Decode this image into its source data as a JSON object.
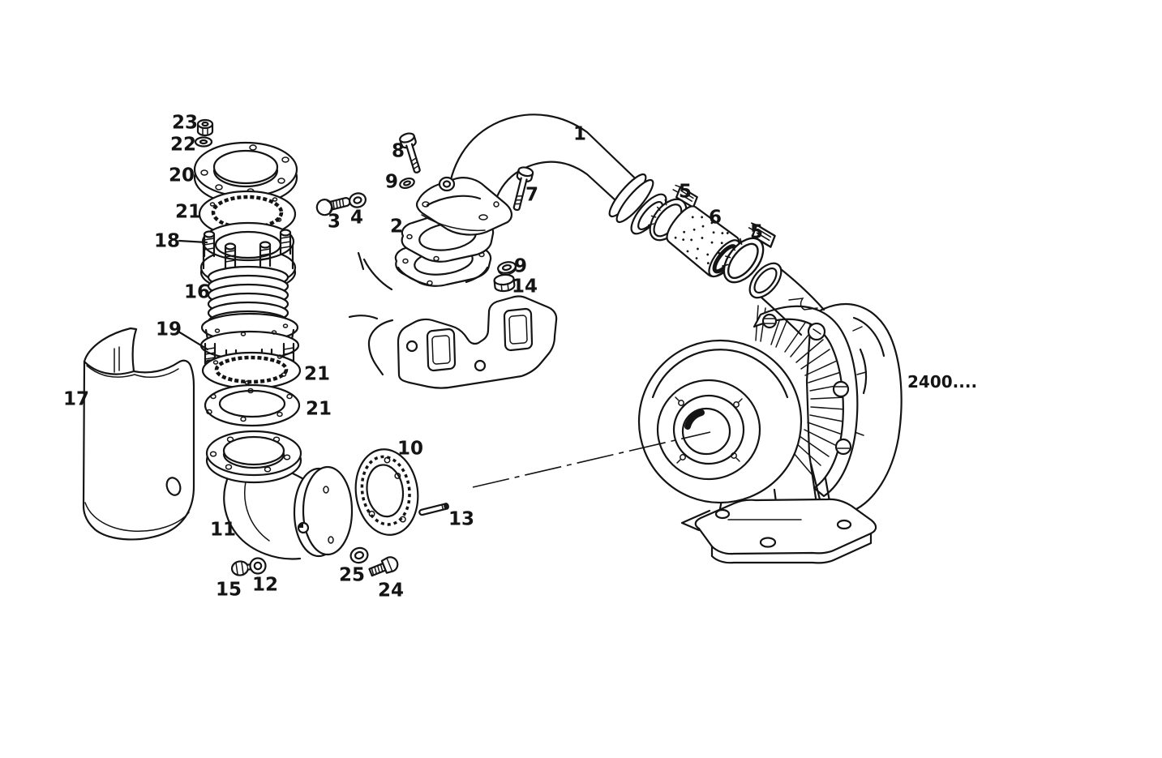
{
  "diagram": {
    "type": "exploded-parts-diagram",
    "background": "#ffffff",
    "ink": "#141414",
    "reference_code": "2400....",
    "callouts": {
      "c1": {
        "label": "1"
      },
      "c2": {
        "label": "2"
      },
      "c3": {
        "label": "3"
      },
      "c4": {
        "label": "4"
      },
      "c5a": {
        "label": "5"
      },
      "c5b": {
        "label": "5"
      },
      "c6": {
        "label": "6"
      },
      "c7": {
        "label": "7"
      },
      "c8": {
        "label": "8"
      },
      "c9a": {
        "label": "9"
      },
      "c9b": {
        "label": "9"
      },
      "c10": {
        "label": "10"
      },
      "c11": {
        "label": "11"
      },
      "c12": {
        "label": "12"
      },
      "c13": {
        "label": "13"
      },
      "c14": {
        "label": "14"
      },
      "c15": {
        "label": "15"
      },
      "c16": {
        "label": "16"
      },
      "c17": {
        "label": "17"
      },
      "c18": {
        "label": "18"
      },
      "c19": {
        "label": "19"
      },
      "c20": {
        "label": "20"
      },
      "c21a": {
        "label": "21"
      },
      "c21b": {
        "label": "21"
      },
      "c21c": {
        "label": "21"
      },
      "c22": {
        "label": "22"
      },
      "c23": {
        "label": "23"
      },
      "c24": {
        "label": "24"
      },
      "c25": {
        "label": "25"
      }
    }
  }
}
